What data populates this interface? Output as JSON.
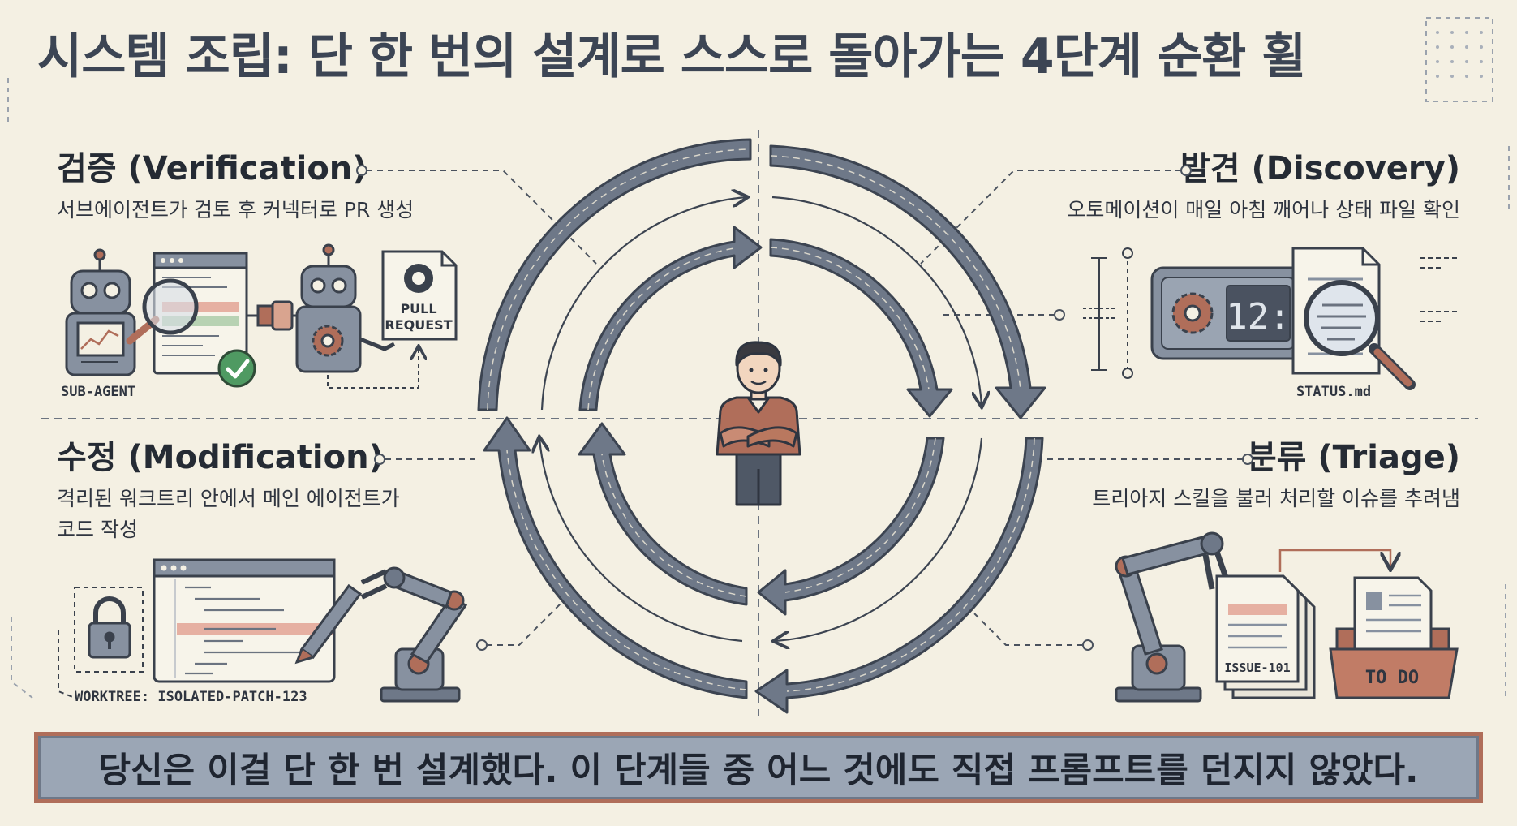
{
  "title": "시스템 조립: 단 한 번의 설계로 스스로 돌아가는 4단계 순환 휠",
  "stages": {
    "verification": {
      "title": "검증 (Verification)",
      "description": "서브에이전트가 검토 후 커넥터로 PR 생성",
      "labels": {
        "sub_agent": "SUB-AGENT",
        "pull_request_line1": "PULL",
        "pull_request_line2": "REQUEST"
      }
    },
    "discovery": {
      "title": "발견 (Discovery)",
      "description": "오토메이션이 매일 아침 깨어나 상태 파일 확인",
      "labels": {
        "clock": "12:",
        "status_file": "STATUS.md"
      }
    },
    "modification": {
      "title": "수정 (Modification)",
      "description_line1": "격리된 워크트리 안에서 메인 에이전트가",
      "description_line2": "코드 작성",
      "labels": {
        "worktree": "WORKTREE: ISOLATED-PATCH-123"
      }
    },
    "triage": {
      "title": "분류 (Triage)",
      "description": "트리아지 스킬을 불러 처리할 이슈를 추려냄",
      "labels": {
        "issue": "ISSUE-101",
        "todo": "TO DO"
      }
    }
  },
  "banner": "당신은 이걸 단 한 번 설계했다. 이 단계들 중 어느 것에도 직접 프롬프트를 던지지 않았다.",
  "colors": {
    "background": "#f4f0e3",
    "arrow_fill": "#6e7888",
    "arrow_stroke": "#3c4451",
    "accent_rust": "#b06e5a",
    "banner_bg": "#9ba6b5",
    "check_green": "#4f9a62",
    "title_text": "#3c4554"
  },
  "icons": [
    "robot-icon",
    "code-window-icon",
    "magnifier-icon",
    "connector-icon",
    "github-pr-icon",
    "check-icon",
    "gear-icon",
    "clock-display-icon",
    "document-icon",
    "lock-icon",
    "robot-arm-icon",
    "pen-icon",
    "folder-icon",
    "person-icon"
  ]
}
